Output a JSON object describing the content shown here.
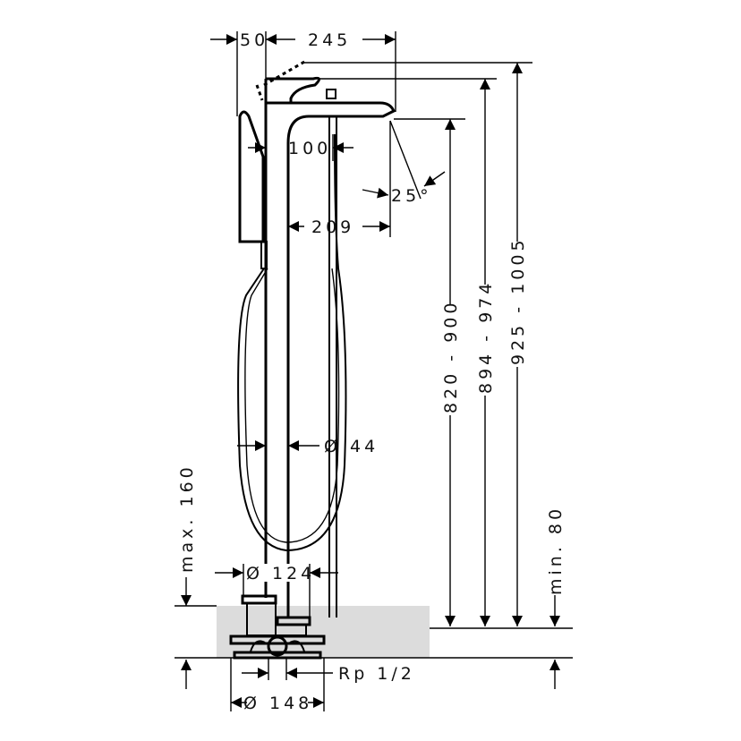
{
  "dimensions": {
    "shower_offset": "50",
    "spout_reach": "245",
    "spout_to_hose": "100",
    "spout_angle": "25°",
    "column_to_spout": "209",
    "spout_height": "820 - 900",
    "handle_height": "894 - 974",
    "lever_open_height": "925 - 1005",
    "column_diameter": "Ø 44",
    "max_floor_depth": "max. 160",
    "min_floor_depth": "min. 80",
    "rosette_diameter": "Ø 124",
    "connection_thread": "Rp 1/2",
    "base_diameter": "Ø 148"
  },
  "colors": {
    "floor": "#dcdcdc",
    "line": "#000000"
  }
}
